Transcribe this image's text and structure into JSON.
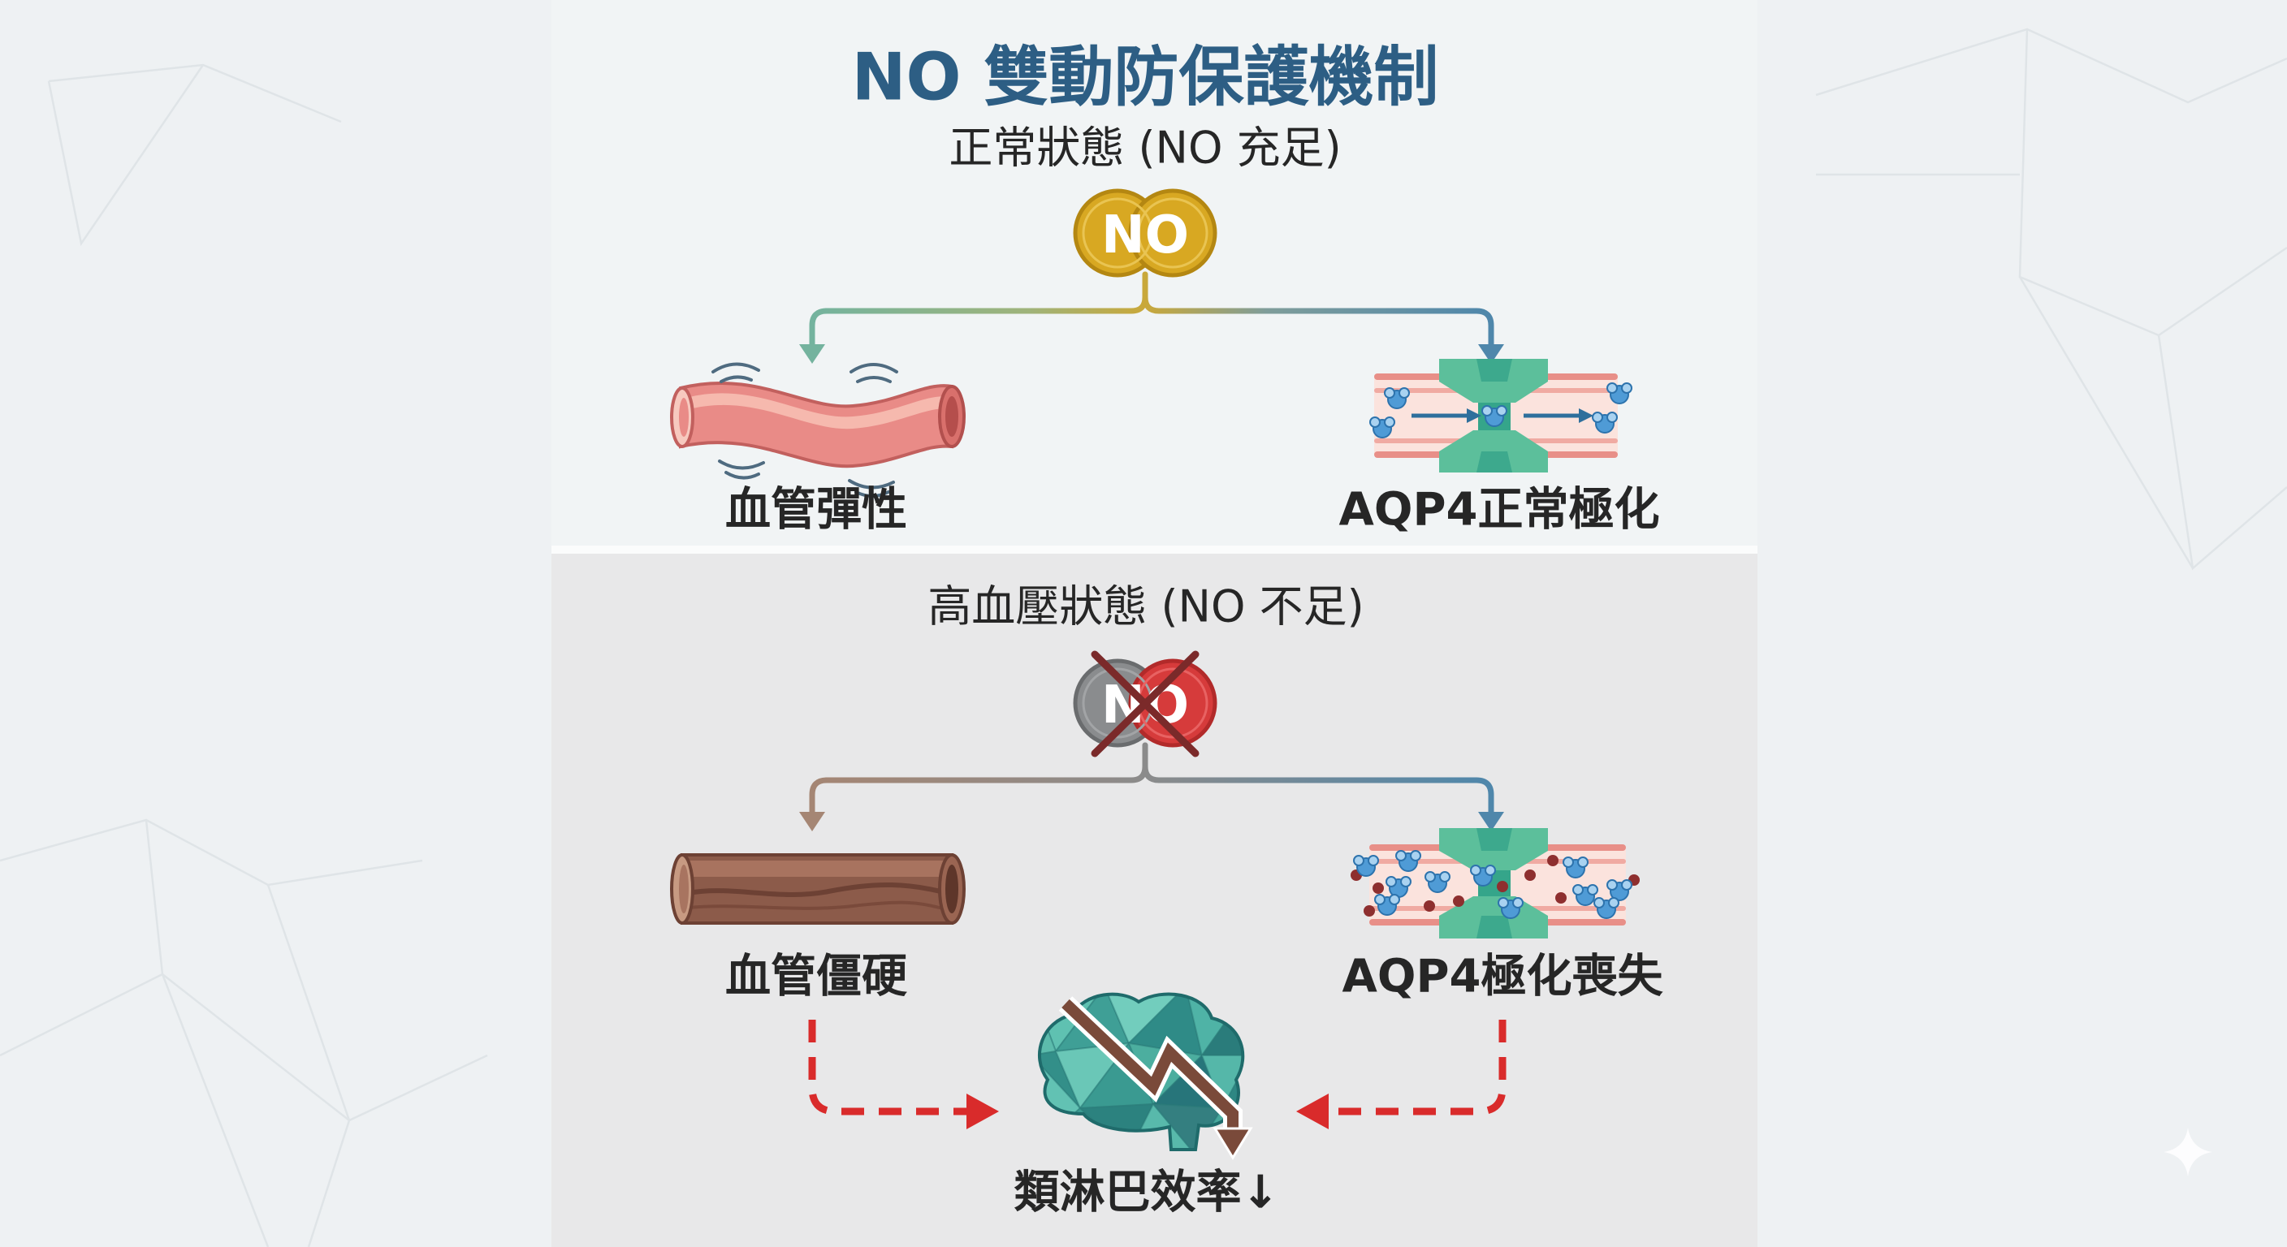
{
  "title": "NO 雙動防保護機制",
  "normal": {
    "heading": "正常狀態 (NO 充足)",
    "badge": "NO",
    "left_label": "血管彈性",
    "right_label": "AQP4正常極化"
  },
  "hypertension": {
    "heading": "高血壓狀態 (NO 不足)",
    "badge": "NO",
    "left_label": "血管僵硬",
    "right_label": "AQP4極化喪失"
  },
  "outcome": {
    "label": "類淋巴效率↓"
  },
  "colors": {
    "title": "#2d5e84",
    "gold": "#d8a822",
    "gray_badge": "#8a8c8e",
    "red_badge": "#d63b3b",
    "cross": "#7b2a2a",
    "dashed_arrow": "#d92b2b",
    "teal_branch": "#74b39e",
    "blue_branch": "#4f87ab",
    "brown_branch": "#a58674",
    "elastic_vessel": "#e98b87",
    "stiff_vessel": "#8c5b4a",
    "aqp4_protein": "#5cbf9b",
    "water": "#4f9bd6",
    "panel": "#e8e8e9"
  },
  "icons": {
    "normal_left": "elastic-vessel-icon",
    "normal_right": "aqp4-channel-icon",
    "hypertension_left": "stiff-vessel-icon",
    "hypertension_right": "aqp4-disrupted-icon",
    "outcome": "brain-icon",
    "watermark": "sparkle-icon"
  }
}
